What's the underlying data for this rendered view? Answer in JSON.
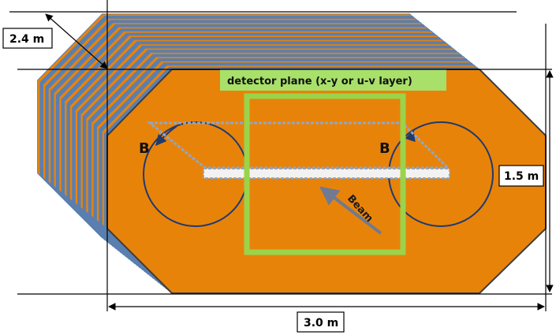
{
  "labels": {
    "depth_dimension": "2.4 m",
    "width_dimension": "3.0 m",
    "height_dimension": "1.5 m",
    "detector_plane": "detector plane (x-y or u-v layer)",
    "magnet_left": "B",
    "magnet_right": "B",
    "beam": "Beam"
  },
  "colors": {
    "plane_fill": "#E8830A",
    "plane_edge": "#3D3D3D",
    "stack_stripe": "#5A7FB0",
    "coil": "#1F3A6E",
    "detector_frame": "#9BD34A",
    "label_bg": "#A8E06A",
    "beam_arrow": "#707A90",
    "dimension_lines": "#000000"
  }
}
